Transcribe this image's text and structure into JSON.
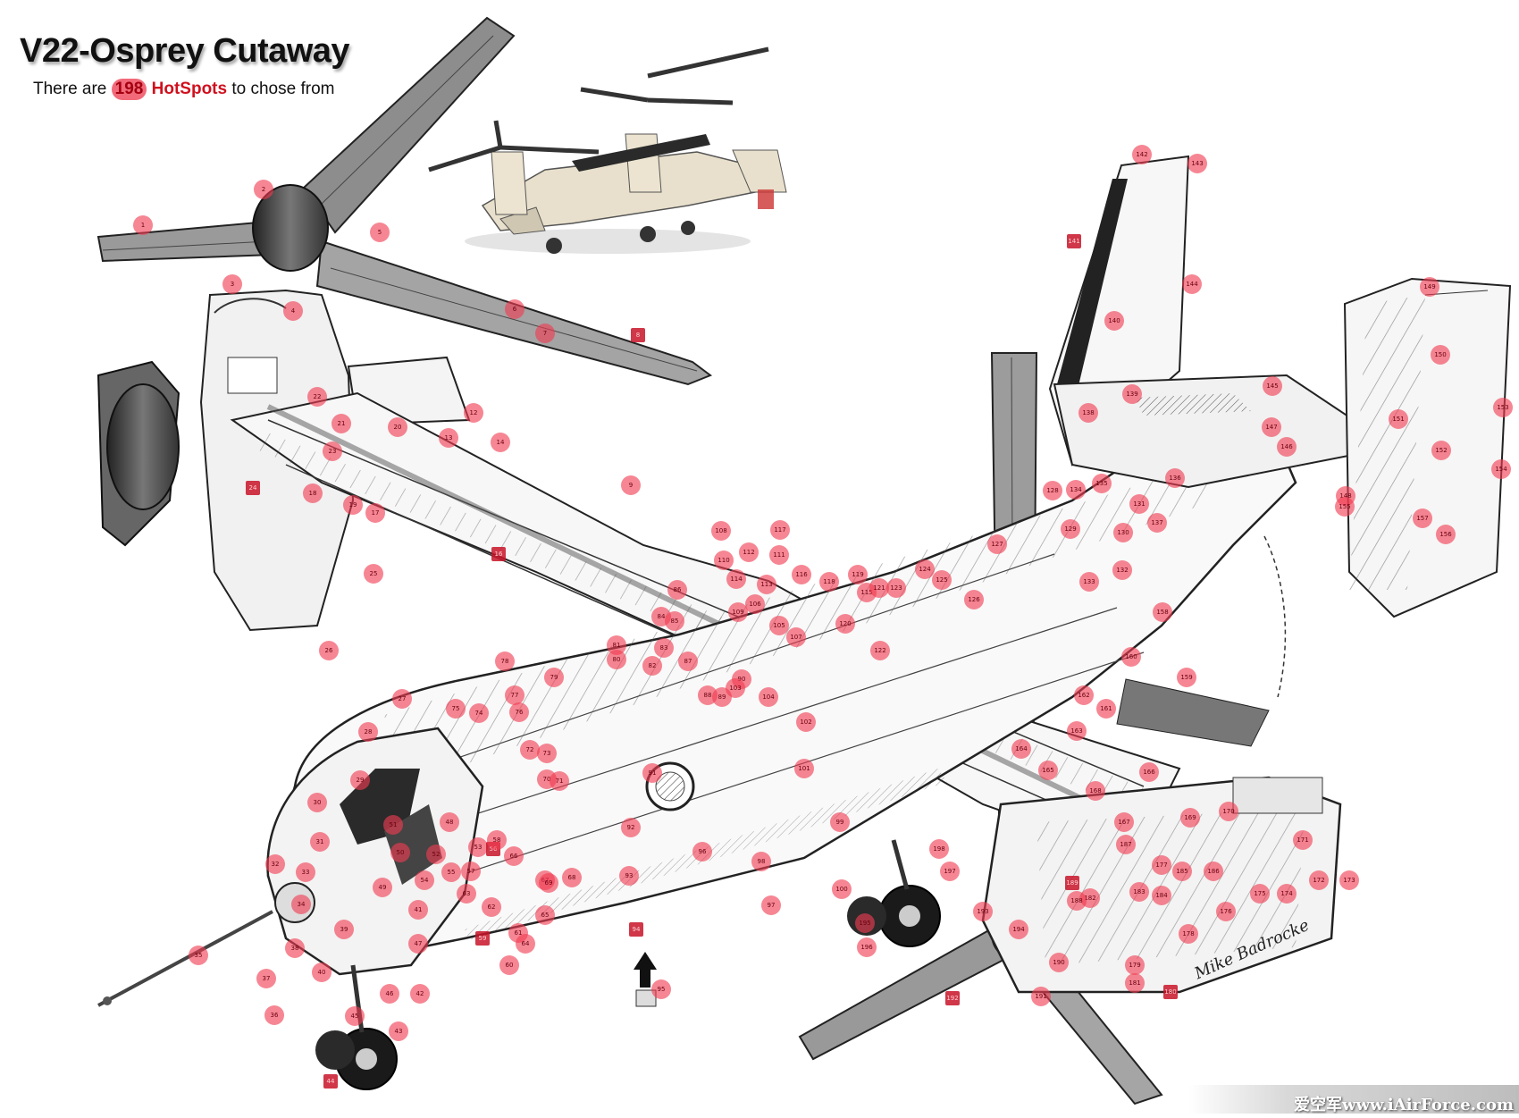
{
  "header": {
    "title": "V22-Osprey Cutaway",
    "subtitle_pre": "There are",
    "subtitle_count": "198",
    "subtitle_link": "HotSpots",
    "subtitle_post": "to chose from"
  },
  "hotspots": {
    "count": 198,
    "labels": [
      "1",
      "2",
      "3",
      "4",
      "5",
      "6",
      "7",
      "8",
      "9",
      "12",
      "13",
      "14",
      "16",
      "17",
      "18",
      "19",
      "20",
      "21",
      "22",
      "23",
      "24",
      "25",
      "26",
      "27",
      "28",
      "29",
      "30",
      "31",
      "32",
      "33",
      "34",
      "35",
      "36",
      "37",
      "38",
      "39",
      "40",
      "41",
      "42",
      "43",
      "44",
      "45",
      "46",
      "47",
      "48",
      "49",
      "50",
      "51",
      "52",
      "53",
      "54",
      "55",
      "56",
      "57",
      "58",
      "59",
      "60",
      "61",
      "62",
      "63",
      "64",
      "65",
      "66",
      "67",
      "68",
      "69",
      "70",
      "71",
      "72",
      "73",
      "74",
      "75",
      "76",
      "77",
      "78",
      "79",
      "80",
      "81",
      "82",
      "83",
      "84",
      "85",
      "86",
      "87",
      "88",
      "89",
      "90",
      "91",
      "92",
      "93",
      "94",
      "95",
      "96",
      "97",
      "98",
      "99",
      "100",
      "101",
      "102",
      "103",
      "104",
      "105",
      "106",
      "107",
      "108",
      "109",
      "110",
      "111",
      "112",
      "113",
      "114",
      "115",
      "116",
      "117",
      "118",
      "119",
      "120",
      "121",
      "122",
      "123",
      "124",
      "125",
      "126",
      "127",
      "128",
      "129",
      "130",
      "131",
      "132",
      "133",
      "134",
      "135",
      "136",
      "137",
      "138",
      "139",
      "140",
      "141",
      "142",
      "143",
      "144",
      "145",
      "146",
      "147",
      "148",
      "149",
      "150",
      "151",
      "152",
      "153",
      "154",
      "155",
      "156",
      "157",
      "158",
      "159",
      "160",
      "161",
      "162",
      "163",
      "164",
      "165",
      "166",
      "167",
      "168",
      "169",
      "170",
      "171",
      "172",
      "173",
      "174",
      "175",
      "176",
      "177",
      "178",
      "179",
      "180",
      "181",
      "182",
      "183",
      "184",
      "185",
      "186",
      "187",
      "188",
      "189",
      "190",
      "191",
      "192",
      "193",
      "194",
      "195",
      "196",
      "197",
      "198"
    ]
  },
  "signature": "Mike Badrocke",
  "watermark": "爱空军www.iAirForce.com"
}
